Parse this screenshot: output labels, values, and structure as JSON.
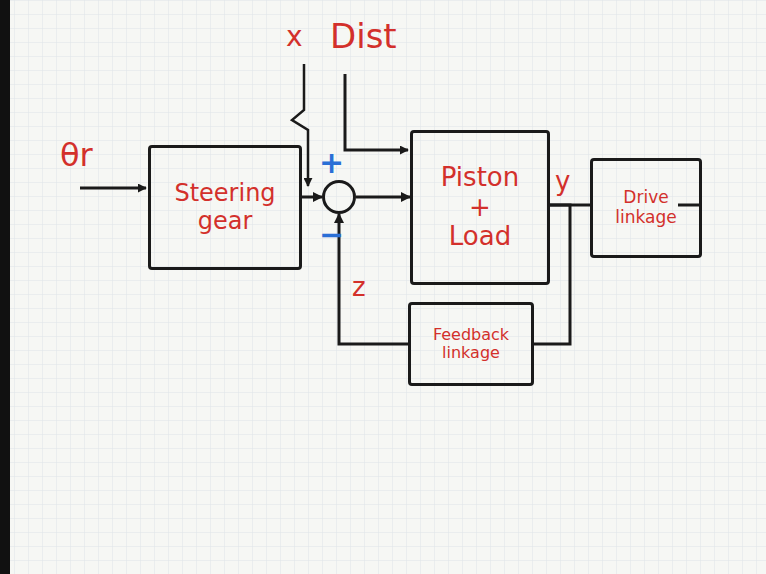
{
  "diagram": {
    "nodes": [
      {
        "text": [
          "Steering gear"
        ]
      },
      {
        "text": [
          "+",
          "−"
        ]
      },
      {
        "text": [
          "Piston + Load"
        ]
      },
      {
        "text": [
          "Drive linkage"
        ]
      },
      {
        "text": [
          "Feedback linkage"
        ]
      }
    ],
    "edges": [
      {
        "from": 0,
        "to": 1,
        "arrow": "to"
      },
      {
        "from": 1,
        "to": 2,
        "arrow": "to"
      },
      {
        "from": 2,
        "to": 3,
        "arrow": "none"
      },
      {
        "from": 2,
        "to": 4,
        "arrow": "none"
      },
      {
        "from": 4,
        "to": 1,
        "arrow": "to"
      }
    ],
    "labels": [
      "θr",
      "x",
      "Dist",
      "y",
      "z"
    ]
  }
}
